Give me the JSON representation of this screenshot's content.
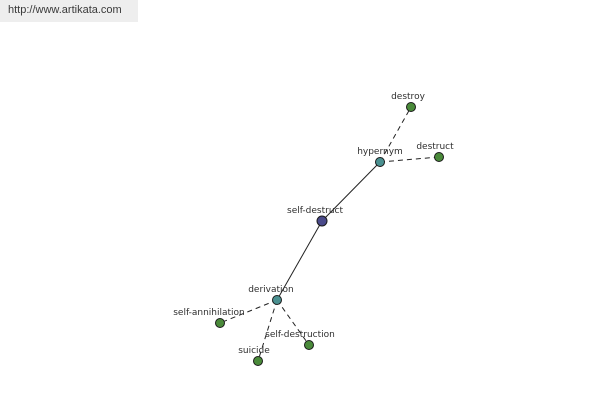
{
  "source_link": "http://www.artikata.com",
  "graph": {
    "center": "self-destruct",
    "nodes": [
      {
        "id": "self-destruct",
        "label": "self-destruct",
        "role": "center",
        "color": "#4a4a8a"
      },
      {
        "id": "hypernym",
        "label": "hypernym",
        "role": "relation",
        "color": "#4a9090"
      },
      {
        "id": "derivation",
        "label": "derivation",
        "role": "relation",
        "color": "#4a9090"
      },
      {
        "id": "destroy",
        "label": "destroy",
        "role": "term",
        "color": "#4a8a3a"
      },
      {
        "id": "destruct",
        "label": "destruct",
        "role": "term",
        "color": "#4a8a3a"
      },
      {
        "id": "self-annihilation",
        "label": "self-annihilation",
        "role": "term",
        "color": "#4a8a3a"
      },
      {
        "id": "suicide",
        "label": "suicide",
        "role": "term",
        "color": "#4a8a3a"
      },
      {
        "id": "self-destruction",
        "label": "self-destruction",
        "role": "term",
        "color": "#4a8a3a"
      }
    ],
    "edges": [
      {
        "from": "self-destruct",
        "to": "hypernym",
        "style": "solid"
      },
      {
        "from": "self-destruct",
        "to": "derivation",
        "style": "solid"
      },
      {
        "from": "hypernym",
        "to": "destroy",
        "style": "dashed"
      },
      {
        "from": "hypernym",
        "to": "destruct",
        "style": "dashed"
      },
      {
        "from": "derivation",
        "to": "self-annihilation",
        "style": "dashed"
      },
      {
        "from": "derivation",
        "to": "suicide",
        "style": "dashed"
      },
      {
        "from": "derivation",
        "to": "self-destruction",
        "style": "dashed"
      }
    ]
  }
}
